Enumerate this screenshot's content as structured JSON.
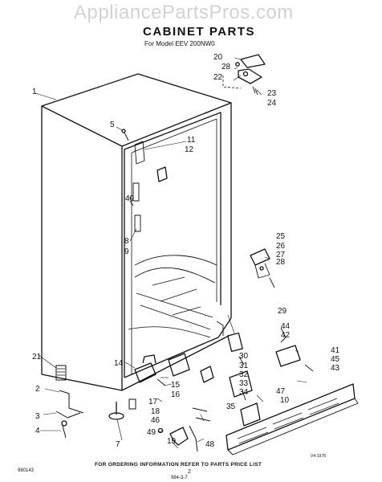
{
  "watermark": "AppliancePartsPros.com",
  "title": "CABINET PARTS",
  "subtitle": "For Model EEV 200NW0",
  "footer_note": "FOR ORDERING INFORMATION REFER TO PARTS PRICE LIST",
  "page_number": "2",
  "doc_code": "980143",
  "ref_code": "V4-1978",
  "bottom_code": "984-3-7",
  "callouts": [
    "1",
    "2",
    "3",
    "4",
    "5",
    "7",
    "8",
    "9",
    "10",
    "11",
    "12",
    "14",
    "15",
    "16",
    "17",
    "18",
    "19",
    "20",
    "21",
    "22",
    "23",
    "24",
    "25",
    "26",
    "27",
    "28",
    "28",
    "29",
    "30",
    "31",
    "32",
    "33",
    "34",
    "35",
    "40",
    "41",
    "42",
    "43",
    "44",
    "45",
    "46",
    "47",
    "48",
    "49"
  ]
}
